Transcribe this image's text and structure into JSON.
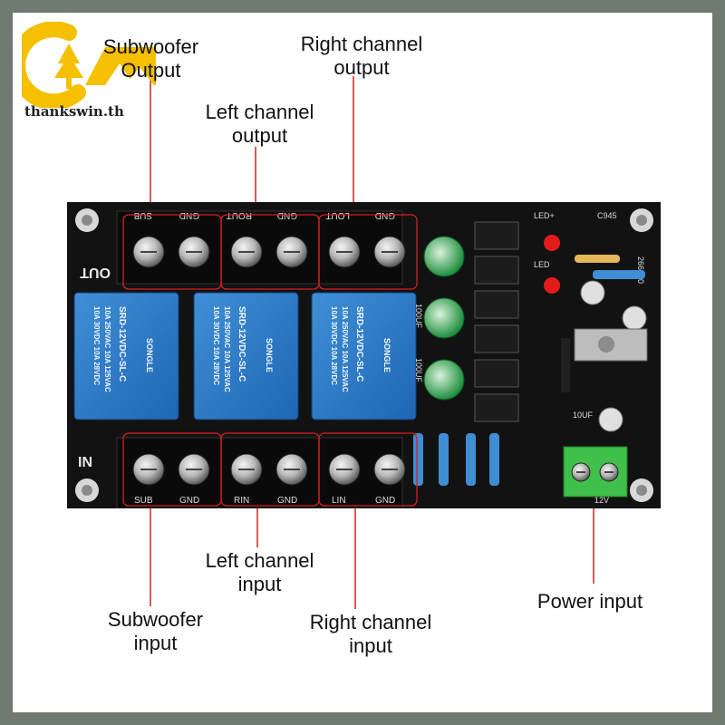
{
  "watermark": {
    "text": "thankswin.th",
    "brand_color": "#f5c000"
  },
  "callouts": {
    "subwoofer_output": [
      "Subwoofer",
      "Output"
    ],
    "right_channel_output": [
      "Right channel",
      "output"
    ],
    "left_channel_output": [
      "Left channel",
      "output"
    ],
    "left_channel_input": [
      "Left channel",
      "input"
    ],
    "subwoofer_input": [
      "Subwoofer",
      "input"
    ],
    "right_channel_input": [
      "Right channel",
      "input"
    ],
    "power_input": [
      "Power input"
    ]
  },
  "board": {
    "side_labels": {
      "out": "OUT",
      "in": "IN"
    },
    "top_terminal_labels": [
      "SUB",
      "GND",
      "ROUT",
      "GND",
      "LOUT",
      "GND"
    ],
    "bottom_terminal_labels": [
      "SUB",
      "GND",
      "RIN",
      "GND",
      "LIN",
      "GND"
    ],
    "relay": {
      "brand": "SONGLE",
      "ratings": [
        "10A 250VAC  10A 125VAC",
        "10A  30VDC  10A  28VDC"
      ],
      "model": "SRD-12VDC-SL-C"
    },
    "silkscreen": [
      "LED+",
      "LED",
      "C945",
      "100UF",
      "100UF",
      "10UF",
      "12V",
      "266990"
    ],
    "leader_color": "#d42020"
  }
}
